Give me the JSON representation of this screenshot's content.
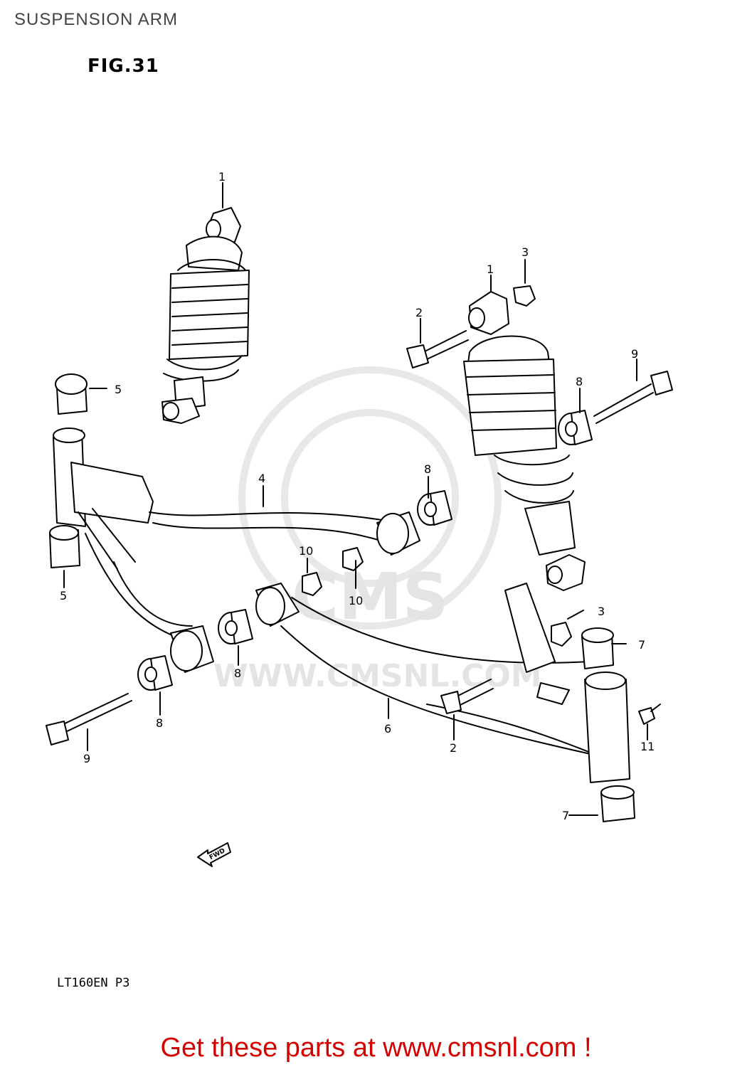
{
  "header": {
    "title": "SUSPENSION ARM",
    "figure": "FIG.31"
  },
  "watermark": {
    "logo_text": "CMS",
    "url_text": "WWW.CMSNL.COM"
  },
  "direction_tag": "FWD",
  "callouts": [
    "1",
    "1",
    "2",
    "2",
    "3",
    "3",
    "4",
    "5",
    "5",
    "6",
    "7",
    "7",
    "8",
    "8",
    "8",
    "8",
    "9",
    "9",
    "10",
    "10",
    "11"
  ],
  "footer": {
    "model": "LT160EN P3",
    "cta": "Get these parts at www.cmsnl.com !"
  }
}
